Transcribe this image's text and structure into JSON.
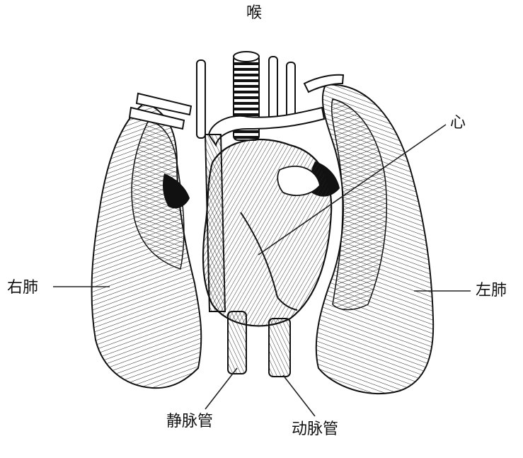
{
  "labels": {
    "larynx": "喉",
    "heart": "心",
    "right_lung": "右肺",
    "left_lung": "左肺",
    "vena_cava": "静脉管",
    "aorta": "动脉管"
  },
  "colors": {
    "ink": "#111111",
    "paper": "#ffffff"
  }
}
